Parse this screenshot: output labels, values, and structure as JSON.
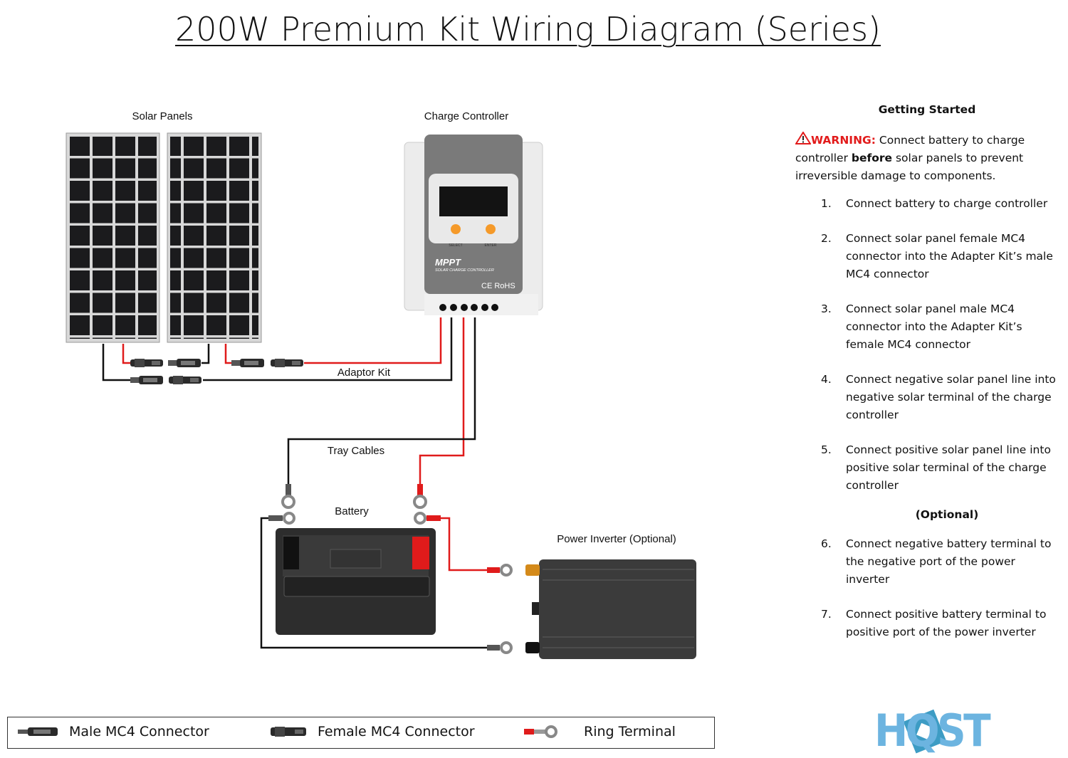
{
  "title": "200W Premium Kit Wiring Diagram (Series)",
  "labels": {
    "solar_panels": "Solar Panels",
    "charge_controller": "Charge Controller",
    "adaptor_kit": "Adaptor Kit",
    "tray_cables": "Tray Cables",
    "battery": "Battery",
    "power_inverter": "Power Inverter (Optional)"
  },
  "controller": {
    "brand": "MPPT",
    "subtitle": "SOLAR CHARGE CONTROLLER",
    "cert": "CE RoHS",
    "btn_select": "SELECT",
    "btn_enter": "ENTER"
  },
  "instructions": {
    "heading": "Getting Started",
    "warning_label": "WARNING:",
    "warning_pre": " Connect battery to charge controller ",
    "warning_bold": "before",
    "warning_post": " solar panels to prevent irreversible damage to components.",
    "steps": [
      {
        "n": "1.",
        "text": "Connect battery to charge controller"
      },
      {
        "n": "2.",
        "text": "Connect solar panel female MC4 connector into the Adapter Kit’s male MC4 connector"
      },
      {
        "n": "3.",
        "text": "Connect solar panel male MC4 connector into the Adapter Kit’s female MC4 connector"
      },
      {
        "n": "4.",
        "text": "Connect negative solar panel line into negative solar terminal of the charge controller"
      },
      {
        "n": "5.",
        "text": "Connect positive solar panel line into positive solar terminal of the charge controller"
      }
    ],
    "optional_label": "(Optional)",
    "optional_steps": [
      {
        "n": "6.",
        "text": "Connect negative battery terminal to the negative port of the power inverter"
      },
      {
        "n": "7.",
        "text": "Connect positive battery terminal to positive port of the power inverter"
      }
    ]
  },
  "legend": {
    "male": "Male MC4 Connector",
    "female": "Female MC4 Connector",
    "ring": "Ring Terminal"
  },
  "logo_text": "HQST",
  "colors": {
    "red_wire": "#e01b1b",
    "black_wire": "#111111",
    "logo_light": "#6cb4e0",
    "logo_dark": "#3d9cc4",
    "warning": "#e21b1b"
  }
}
